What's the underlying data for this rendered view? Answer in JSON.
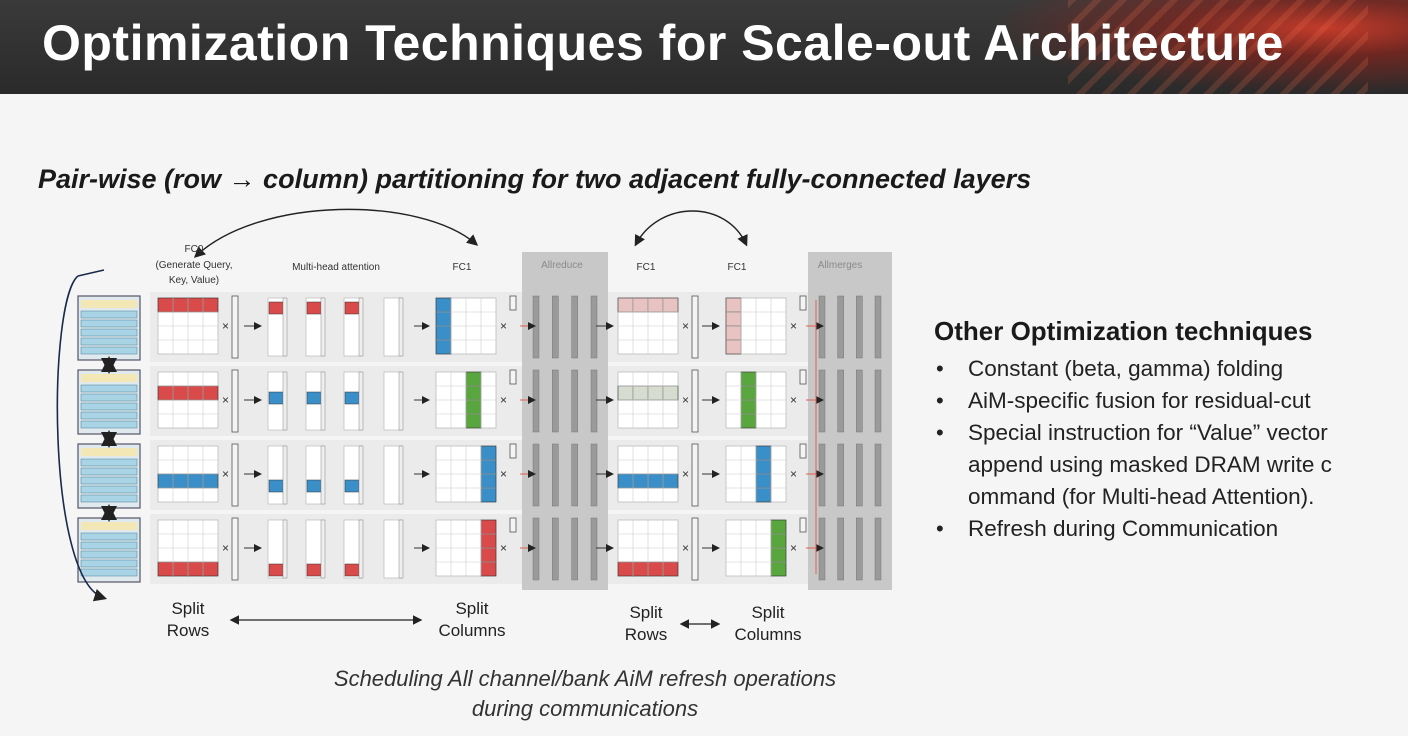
{
  "header": {
    "title": "Optimization Techniques for Scale-out Architecture"
  },
  "diagram": {
    "heading": "Pair-wise (row → column) partitioning for two adjacent fully-connected layers",
    "top_labels": {
      "qkv_line1": "FC0",
      "qkv_line2": "(Generate Query,",
      "qkv_line3": "Key, Value)",
      "mha": "Multi-head attention",
      "fc1_a": "FC1",
      "allreduce": "Allreduce",
      "fc1_b": "FC1",
      "fc1_c": "FC1",
      "allmerges": "Allmerges"
    },
    "bottom_labels": {
      "split_rows_1_l1": "Split",
      "split_rows_1_l2": "Rows",
      "split_cols_1_l1": "Split",
      "split_cols_1_l2": "Columns",
      "split_rows_2_l1": "Split",
      "split_rows_2_l2": "Rows",
      "split_cols_2_l1": "Split",
      "split_cols_2_l2": "Columns"
    },
    "colors": {
      "red": "#d94a4a",
      "blue": "#3a8fc8",
      "green": "#5aa63e",
      "pink": "#e9c2c2",
      "gray_band": "#c8c8c8",
      "chip": "#a9d4e6"
    }
  },
  "sidebar": {
    "heading": "Other Optimization techniques",
    "items": [
      "Constant (beta, gamma) folding",
      "AiM-specific fusion for residual-cut",
      "Special instruction for “Value” vector append using masked DRAM write c ommand (for Multi-head Attention).",
      "Refresh during Communication"
    ]
  },
  "caption": {
    "line1": "Scheduling All channel/bank AiM refresh operations",
    "line2": "during communications"
  }
}
